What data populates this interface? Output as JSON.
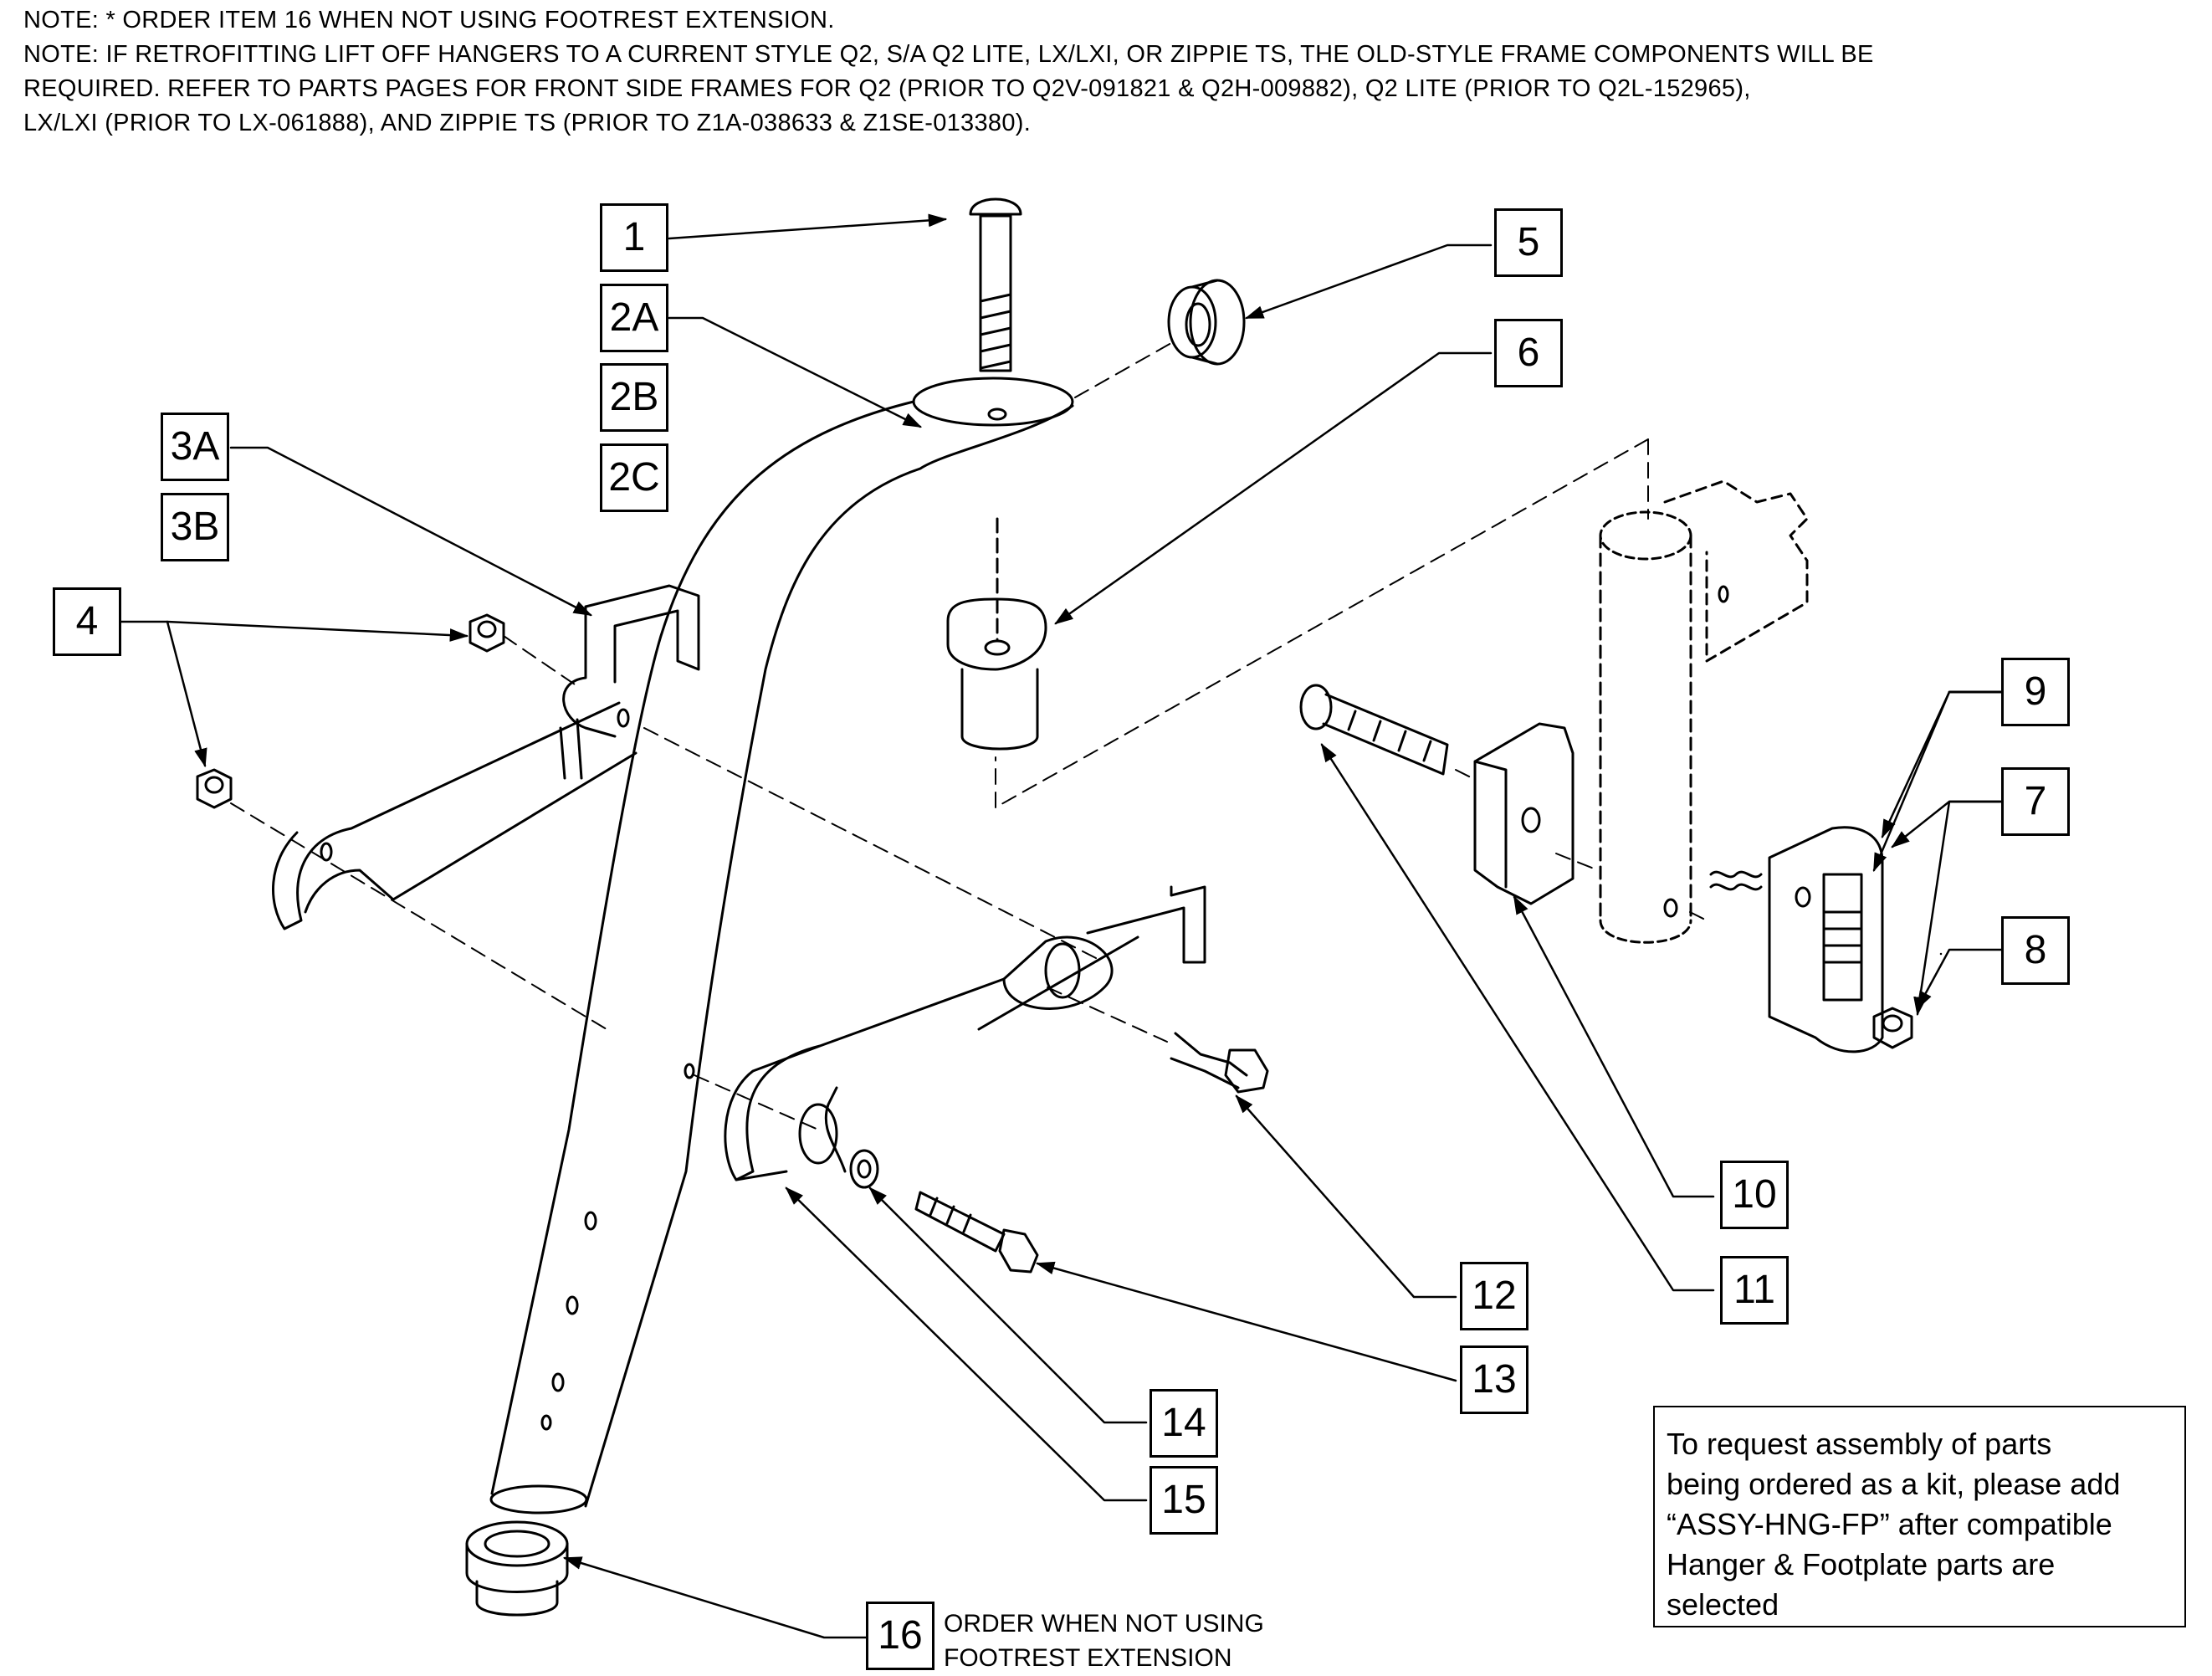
{
  "notes": [
    "NOTE: * ORDER ITEM 16 WHEN NOT USING FOOTREST EXTENSION.",
    "NOTE: IF RETROFITTING LIFT OFF HANGERS TO A CURRENT STYLE Q2, S/A Q2 LITE, LX/LXI, OR ZIPPIE TS, THE OLD-STYLE FRAME COMPONENTS WILL BE",
    "REQUIRED. REFER TO PARTS PAGES FOR FRONT SIDE FRAMES FOR Q2 (PRIOR TO Q2V-091821 & Q2H-009882), Q2 LITE (PRIOR TO Q2L-152965),",
    "LX/LXI (PRIOR TO LX-061888), AND ZIPPIE TS (PRIOR TO Z1A-038633 & Z1SE-013380)."
  ],
  "callouts": {
    "c1": "1",
    "c2a": "2A",
    "c2b": "2B",
    "c2c": "2C",
    "c3a": "3A",
    "c3b": "3B",
    "c4": "4",
    "c5": "5",
    "c6": "6",
    "c7": "7",
    "c8": "8",
    "c9": "9",
    "c10": "10",
    "c11": "11",
    "c12": "12",
    "c13": "13",
    "c14": "14",
    "c15": "15",
    "c16": "16"
  },
  "item16_note": [
    "ORDER WHEN NOT USING",
    "FOOTREST EXTENSION"
  ],
  "kit_note": [
    "To request assembly of parts",
    "being ordered as a kit, please add",
    "“ASSY-HNG-FP” after compatible",
    "Hanger & Footplate parts are",
    "selected"
  ]
}
